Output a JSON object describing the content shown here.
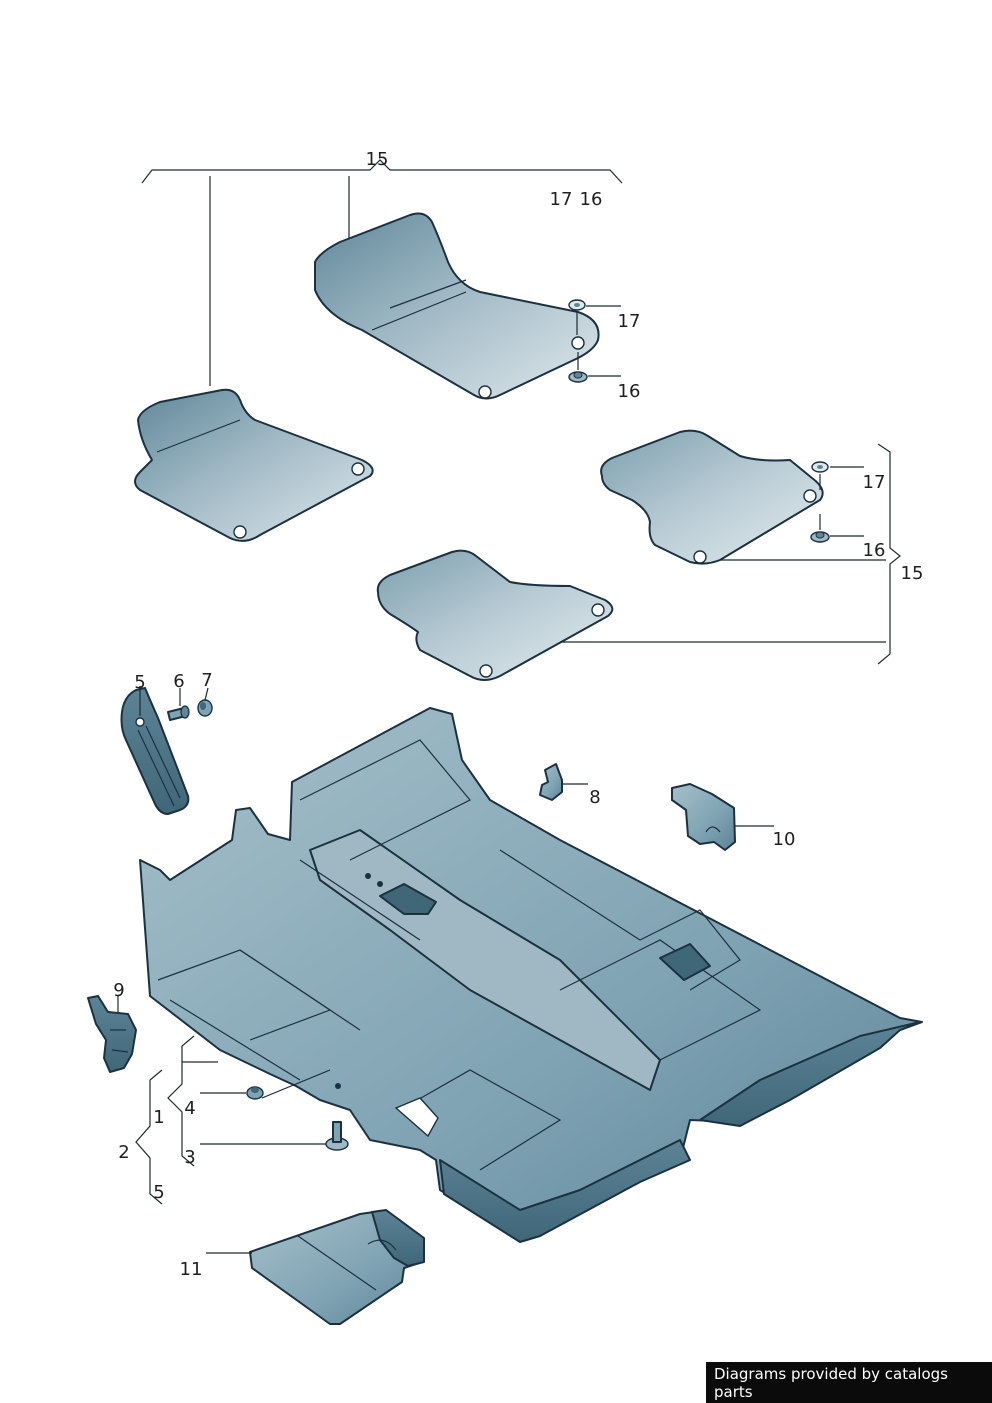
{
  "diagram": {
    "callouts": [
      "15",
      "17",
      "16",
      "17",
      "16",
      "17",
      "16",
      "15",
      "5",
      "6",
      "7",
      "8",
      "10",
      "9",
      "1",
      "4",
      "2",
      "3",
      "5",
      "11"
    ]
  },
  "credit": "Diagrams provided by catalogs parts",
  "colors": {
    "part_light": "#d9e3e8",
    "part_dark": "#5f8799",
    "outline": "#1c3140"
  }
}
